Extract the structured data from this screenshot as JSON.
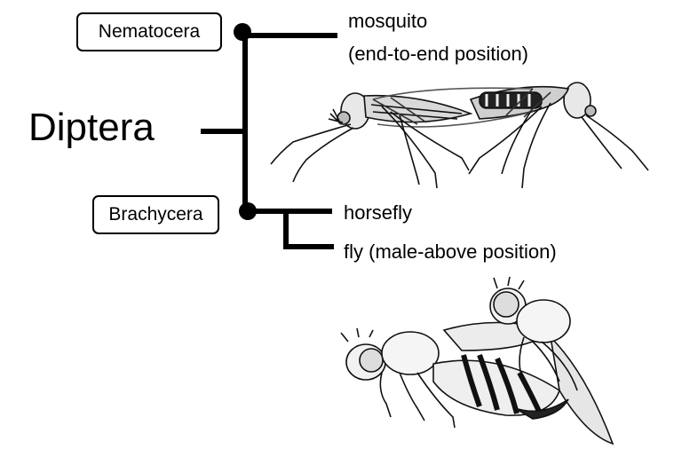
{
  "root": {
    "label": "Diptera"
  },
  "clades": {
    "nematocera": "Nematocera",
    "brachycera": "Brachycera"
  },
  "leaves": {
    "mosquito_name": "mosquito",
    "mosquito_position": "(end-to-end position)",
    "horsefly": "horsefly",
    "fly": "fly  (male-above position)"
  },
  "colors": {
    "line": "#000000",
    "background": "#ffffff"
  },
  "icons": [
    "mosquito-pair-illustration",
    "fly-pair-illustration"
  ]
}
